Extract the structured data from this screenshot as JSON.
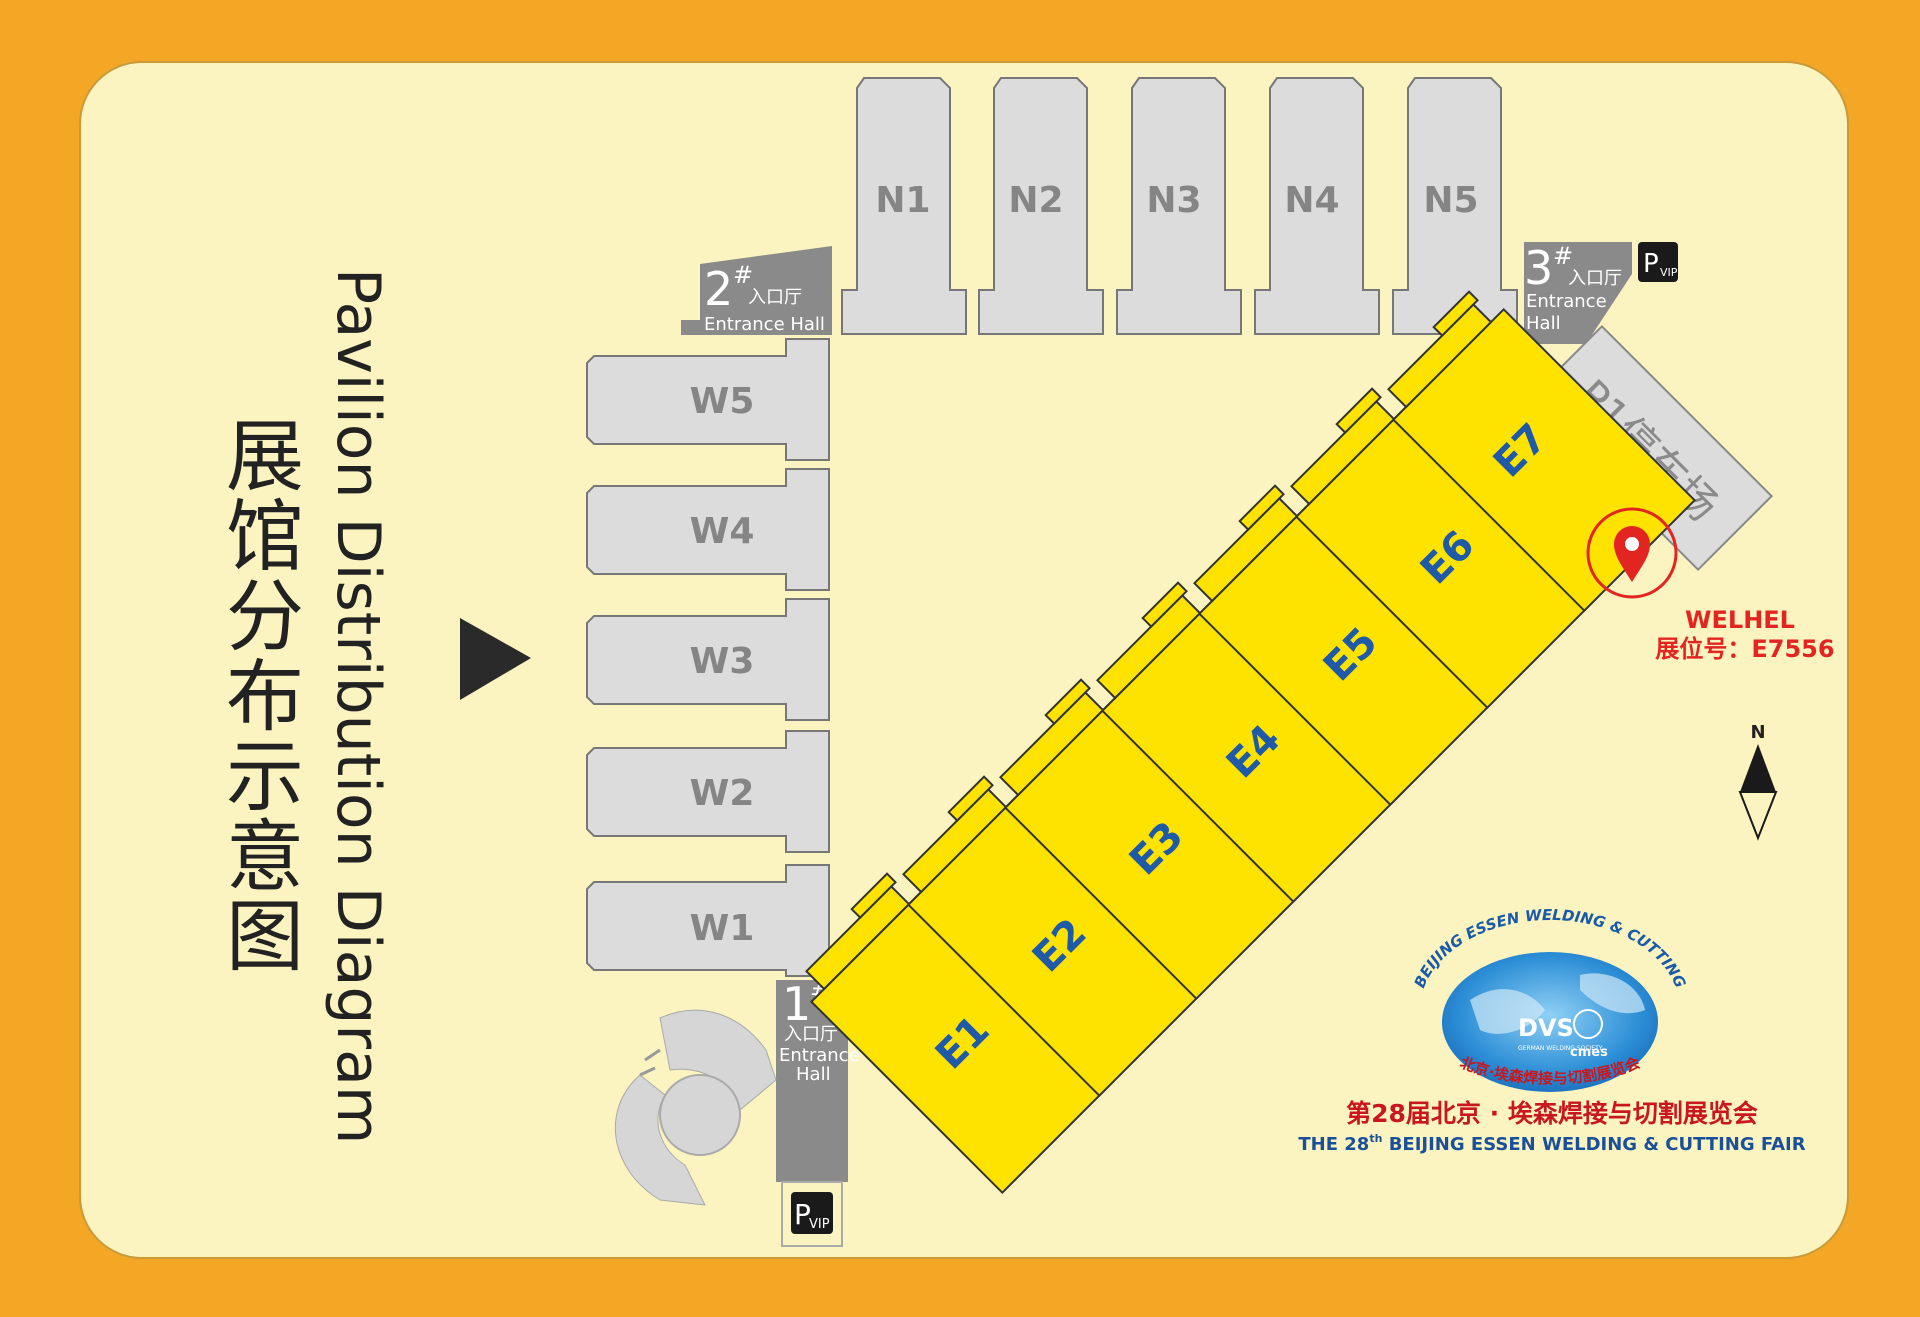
{
  "title": {
    "chinese": "展馆分布示意图",
    "english": "Pavilion Distribution Diagram"
  },
  "halls": {
    "north": [
      {
        "id": "n1",
        "label": "N1"
      },
      {
        "id": "n2",
        "label": "N2"
      },
      {
        "id": "n3",
        "label": "N3"
      },
      {
        "id": "n4",
        "label": "N4"
      },
      {
        "id": "n5",
        "label": "N5"
      }
    ],
    "west": [
      {
        "id": "w5",
        "label": "W5"
      },
      {
        "id": "w4",
        "label": "W4"
      },
      {
        "id": "w3",
        "label": "W3"
      },
      {
        "id": "w2",
        "label": "W2"
      },
      {
        "id": "w1",
        "label": "W1"
      }
    ],
    "east": [
      {
        "id": "e1",
        "label": "E1"
      },
      {
        "id": "e2",
        "label": "E2"
      },
      {
        "id": "e3",
        "label": "E3"
      },
      {
        "id": "e4",
        "label": "E4"
      },
      {
        "id": "e5",
        "label": "E5"
      },
      {
        "id": "e6",
        "label": "E6"
      },
      {
        "id": "e7",
        "label": "E7"
      }
    ]
  },
  "entrances": {
    "e1": {
      "num": "1",
      "sup": "#",
      "cn": "入口厅",
      "en1": "Entrance",
      "en2": "Hall"
    },
    "e2": {
      "num": "2",
      "sup": "#",
      "cn": "入口厅",
      "en": "Entrance Hall"
    },
    "e3": {
      "num": "3",
      "sup": "#",
      "cn": "入口厅",
      "en1": "Entrance",
      "en2": "Hall"
    }
  },
  "parking": {
    "p1_label": "P1停车场",
    "vip_p": "P",
    "vip_text": "VIP"
  },
  "booth": {
    "company": "WELHEL",
    "booth_label": "展位号：E7556"
  },
  "compass": {
    "north": "N"
  },
  "fair": {
    "arc_text": "BEIJING ESSEN WELDING & CUTTING",
    "dvs": "DVS",
    "dvs_sub": "GERMAN WELDING SOCIETY",
    "cmes": "cmes",
    "arc_bottom": "北京·埃森焊接与切割展览会",
    "name_cn": "第28届北京 · 埃森焊接与切割展览会",
    "name_en_pre": "THE 28",
    "name_en_sup": "th",
    "name_en_post": " BEIJING ESSEN WELDING & CUTTING FAIR"
  },
  "colors": {
    "background": "#f3a724",
    "panel": "#fbf4c0",
    "hall_gray": "#dcdcdc",
    "hall_yellow": "#ffe300",
    "entrance": "#8a8a8a",
    "accent_red": "#e32521",
    "label_blue": "#1e5aa8"
  }
}
